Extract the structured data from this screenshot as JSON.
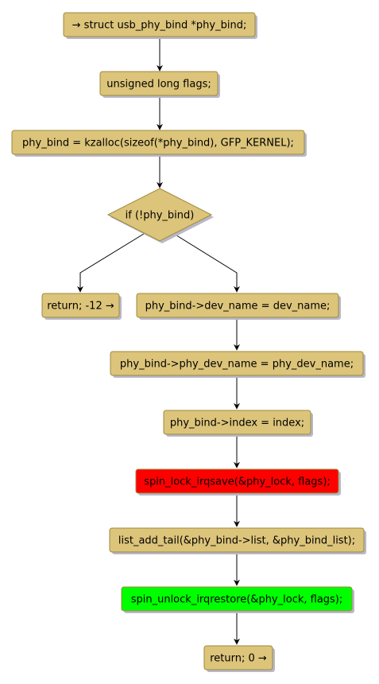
{
  "colors": {
    "box": "#DCC47A",
    "box_border": "#9C8A3C",
    "shadow": "#B8B8C8",
    "lock": "#FF0000",
    "unlock": "#00FF00",
    "edge": "#000000"
  },
  "nodes": {
    "n1": "→ struct usb_phy_bind *phy_bind;",
    "n2": "unsigned long flags;",
    "n3": "phy_bind = kzalloc(sizeof(*phy_bind), GFP_KERNEL);",
    "decision": "if (!phy_bind)",
    "ret_err": "return; -12 →",
    "n5": "phy_bind->dev_name = dev_name;",
    "n6": "phy_bind->phy_dev_name = phy_dev_name;",
    "n7": "phy_bind->index = index;",
    "n8": "spin_lock_irqsave(&phy_lock, flags);",
    "n9": "list_add_tail(&phy_bind->list, &phy_bind_list);",
    "n10": "spin_unlock_irqrestore(&phy_lock, flags);",
    "ret_ok": "return; 0 →"
  }
}
